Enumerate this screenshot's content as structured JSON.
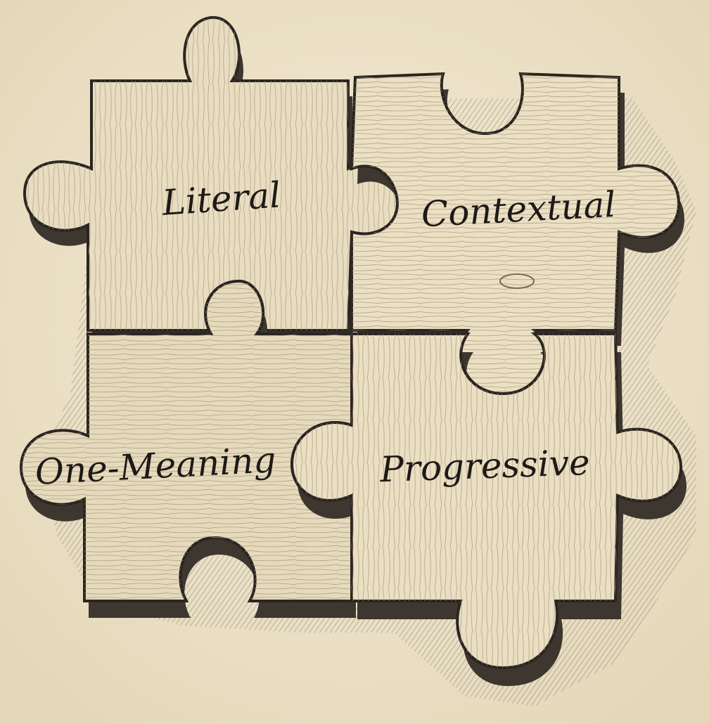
{
  "pieces": [
    {
      "id": "top-left",
      "label": "Literal"
    },
    {
      "id": "top-right",
      "label": "Contextual"
    },
    {
      "id": "bottom-left",
      "label": "One-Meaning"
    },
    {
      "id": "bottom-right",
      "label": "Progressive"
    }
  ],
  "colors": {
    "background": "#efe6d0",
    "wood": "#e8dcc0",
    "wood_dark": "#cdbd9a",
    "ink": "#2a2520"
  }
}
